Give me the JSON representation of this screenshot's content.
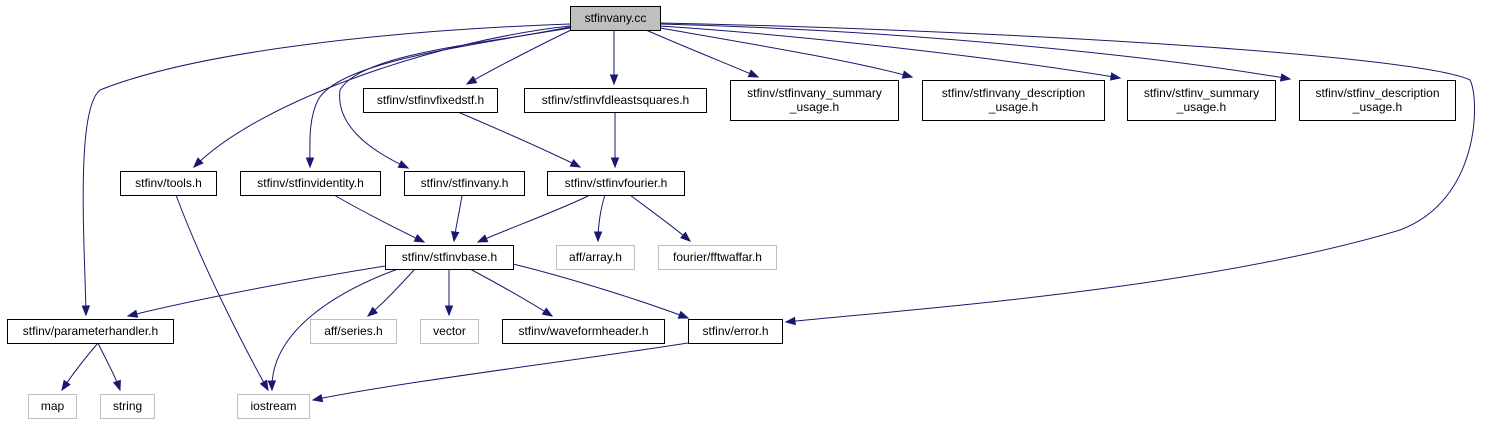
{
  "graph": {
    "nodes": [
      {
        "id": "stfinvany_cc",
        "lines": [
          "stfinvany.cc"
        ],
        "kind": "root"
      },
      {
        "id": "fixedstf",
        "lines": [
          "stfinv/stfinvfixedstf.h"
        ],
        "kind": "file"
      },
      {
        "id": "fdleastsquares",
        "lines": [
          "stfinv/stfinvfdleastsquares.h"
        ],
        "kind": "file"
      },
      {
        "id": "any_summary",
        "lines": [
          "stfinv/stfinvany_summary",
          "_usage.h"
        ],
        "kind": "file"
      },
      {
        "id": "any_description",
        "lines": [
          "stfinv/stfinvany_description",
          "_usage.h"
        ],
        "kind": "file"
      },
      {
        "id": "stfinv_summary",
        "lines": [
          "stfinv/stfinv_summary",
          "_usage.h"
        ],
        "kind": "file"
      },
      {
        "id": "stfinv_description",
        "lines": [
          "stfinv/stfinv_description",
          "_usage.h"
        ],
        "kind": "file"
      },
      {
        "id": "tools",
        "lines": [
          "stfinv/tools.h"
        ],
        "kind": "file"
      },
      {
        "id": "identity",
        "lines": [
          "stfinv/stfinvidentity.h"
        ],
        "kind": "file"
      },
      {
        "id": "stfinvany_h",
        "lines": [
          "stfinv/stfinvany.h"
        ],
        "kind": "file"
      },
      {
        "id": "fourier",
        "lines": [
          "stfinv/stfinvfourier.h"
        ],
        "kind": "file"
      },
      {
        "id": "base",
        "lines": [
          "stfinv/stfinvbase.h"
        ],
        "kind": "file"
      },
      {
        "id": "aff_array",
        "lines": [
          "aff/array.h"
        ],
        "kind": "external"
      },
      {
        "id": "fftwaffar",
        "lines": [
          "fourier/fftwaffar.h"
        ],
        "kind": "external"
      },
      {
        "id": "paramhandler",
        "lines": [
          "stfinv/parameterhandler.h"
        ],
        "kind": "file"
      },
      {
        "id": "aff_series",
        "lines": [
          "aff/series.h"
        ],
        "kind": "external"
      },
      {
        "id": "vector",
        "lines": [
          "vector"
        ],
        "kind": "external"
      },
      {
        "id": "waveformheader",
        "lines": [
          "stfinv/waveformheader.h"
        ],
        "kind": "file"
      },
      {
        "id": "error",
        "lines": [
          "stfinv/error.h"
        ],
        "kind": "file"
      },
      {
        "id": "map",
        "lines": [
          "map"
        ],
        "kind": "external"
      },
      {
        "id": "string",
        "lines": [
          "string"
        ],
        "kind": "external"
      },
      {
        "id": "iostream",
        "lines": [
          "iostream"
        ],
        "kind": "external"
      }
    ],
    "edges": [
      {
        "from": "stfinvany_cc",
        "to": "fixedstf"
      },
      {
        "from": "stfinvany_cc",
        "to": "fdleastsquares"
      },
      {
        "from": "stfinvany_cc",
        "to": "any_summary"
      },
      {
        "from": "stfinvany_cc",
        "to": "any_description"
      },
      {
        "from": "stfinvany_cc",
        "to": "stfinv_summary"
      },
      {
        "from": "stfinvany_cc",
        "to": "stfinv_description"
      },
      {
        "from": "stfinvany_cc",
        "to": "tools"
      },
      {
        "from": "stfinvany_cc",
        "to": "identity"
      },
      {
        "from": "stfinvany_cc",
        "to": "stfinvany_h"
      },
      {
        "from": "stfinvany_cc",
        "to": "paramhandler"
      },
      {
        "from": "stfinvany_cc",
        "to": "error"
      },
      {
        "from": "fixedstf",
        "to": "fourier"
      },
      {
        "from": "fdleastsquares",
        "to": "fourier"
      },
      {
        "from": "fourier",
        "to": "base"
      },
      {
        "from": "fourier",
        "to": "aff_array"
      },
      {
        "from": "fourier",
        "to": "fftwaffar"
      },
      {
        "from": "identity",
        "to": "base"
      },
      {
        "from": "stfinvany_h",
        "to": "base"
      },
      {
        "from": "tools",
        "to": "iostream"
      },
      {
        "from": "base",
        "to": "paramhandler"
      },
      {
        "from": "base",
        "to": "aff_series"
      },
      {
        "from": "base",
        "to": "vector"
      },
      {
        "from": "base",
        "to": "waveformheader"
      },
      {
        "from": "base",
        "to": "error"
      },
      {
        "from": "base",
        "to": "iostream"
      },
      {
        "from": "paramhandler",
        "to": "map"
      },
      {
        "from": "paramhandler",
        "to": "string"
      },
      {
        "from": "error",
        "to": "iostream"
      }
    ],
    "colors": {
      "edge": "#191970",
      "root_fill": "#bfbfbf",
      "node_border": "#000000",
      "external_border": "#bfbfbf",
      "text": "#000000"
    }
  }
}
